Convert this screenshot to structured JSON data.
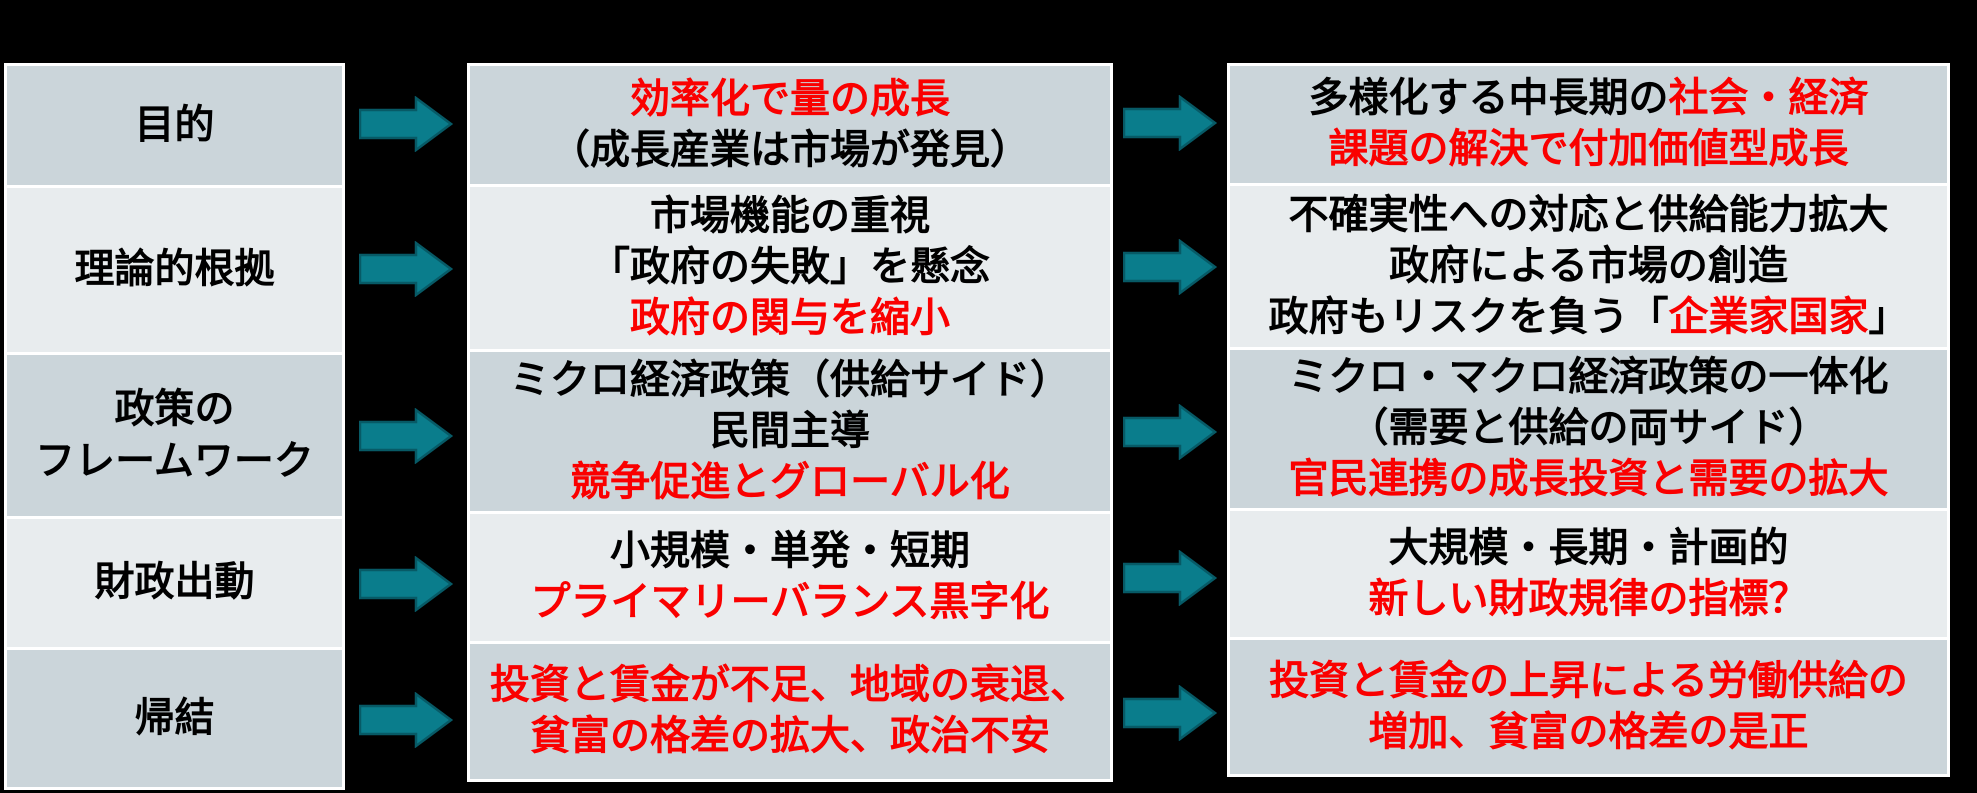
{
  "colors": {
    "bg": "#000000",
    "row_dark": "#CBD5DA",
    "row_light": "#E8ECEE",
    "arrow_fill": "#0A7D8C",
    "arrow_stroke": "#075A66",
    "text_black": "#000000",
    "text_red": "#FA0000"
  },
  "icons": {
    "arrow": "right-block-arrow"
  },
  "rows": [
    {
      "label": [
        "目的"
      ],
      "old": {
        "lines": [
          [
            {
              "t": "効率化で量の成長",
              "c": "red"
            }
          ],
          [
            {
              "t": "（成長産業は市場が発見）",
              "c": "black"
            }
          ]
        ]
      },
      "new": {
        "lines": [
          [
            {
              "t": "多様化する中長期の",
              "c": "black"
            },
            {
              "t": "社会・経済",
              "c": "red"
            }
          ],
          [
            {
              "t": "課題の解決で付加価値型成長",
              "c": "red"
            }
          ]
        ]
      }
    },
    {
      "label": [
        "理論的根拠"
      ],
      "old": {
        "lines": [
          [
            {
              "t": "市場機能の重視",
              "c": "black"
            }
          ],
          [
            {
              "t": "「政府の失敗」を懸念",
              "c": "black"
            }
          ],
          [
            {
              "t": "政府の関与を縮小",
              "c": "red"
            }
          ]
        ]
      },
      "new": {
        "lines": [
          [
            {
              "t": "不確実性への対応と供給能力拡大",
              "c": "black"
            }
          ],
          [
            {
              "t": "政府による市場の創造",
              "c": "black"
            }
          ],
          [
            {
              "t": "政府もリスクを負う「",
              "c": "black"
            },
            {
              "t": "企業家国家",
              "c": "red"
            },
            {
              "t": "」",
              "c": "black"
            }
          ]
        ]
      }
    },
    {
      "label": [
        "政策の",
        "フレームワーク"
      ],
      "old": {
        "lines": [
          [
            {
              "t": "ミクロ経済政策（供給サイド）",
              "c": "black"
            }
          ],
          [
            {
              "t": "民間主導",
              "c": "black"
            }
          ],
          [
            {
              "t": "競争促進とグローバル化",
              "c": "red"
            }
          ]
        ]
      },
      "new": {
        "lines": [
          [
            {
              "t": "ミクロ・マクロ経済政策の一体化",
              "c": "black"
            }
          ],
          [
            {
              "t": "（需要と供給の両サイド）",
              "c": "black"
            }
          ],
          [
            {
              "t": "官民連携の成長投資と需要の拡大",
              "c": "red"
            }
          ]
        ]
      }
    },
    {
      "label": [
        "財政出動"
      ],
      "old": {
        "lines": [
          [
            {
              "t": "小規模・単発・短期",
              "c": "black"
            }
          ],
          [
            {
              "t": "プライマリーバランス黒字化",
              "c": "red"
            }
          ]
        ]
      },
      "new": {
        "lines": [
          [
            {
              "t": "大規模・長期・計画的",
              "c": "black"
            }
          ],
          [
            {
              "t": "新しい財政規律の指標？",
              "c": "red"
            }
          ]
        ]
      }
    },
    {
      "label": [
        "帰結"
      ],
      "old": {
        "lines": [
          [
            {
              "t": "投資と賃金が不足、地域の衰退、",
              "c": "red"
            }
          ],
          [
            {
              "t": "貧富の格差の拡大、政治不安",
              "c": "red"
            }
          ]
        ]
      },
      "new": {
        "lines": [
          [
            {
              "t": "投資と賃金の上昇による労働供給の",
              "c": "red"
            }
          ],
          [
            {
              "t": "増加、貧富の格差の是正",
              "c": "red"
            }
          ]
        ]
      }
    }
  ]
}
